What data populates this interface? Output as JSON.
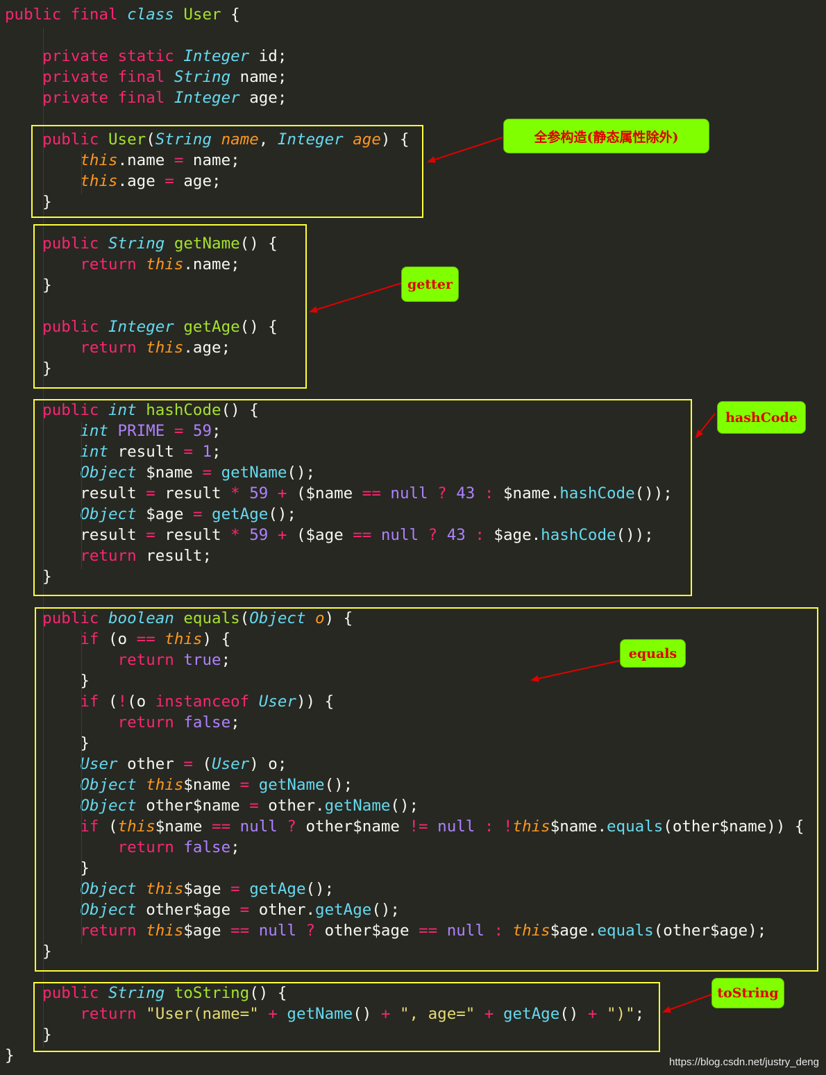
{
  "code_lines": [
    [
      {
        "t": "public ",
        "c": "kw"
      },
      {
        "t": "final ",
        "c": "kw"
      },
      {
        "t": "class ",
        "c": "type"
      },
      {
        "t": "User",
        "c": "fn"
      },
      {
        "t": " {",
        "c": "plain"
      }
    ],
    [],
    [
      {
        "t": "    private ",
        "c": "kw"
      },
      {
        "t": "static ",
        "c": "kw"
      },
      {
        "t": "Integer",
        "c": "type"
      },
      {
        "t": " id;",
        "c": "plain"
      }
    ],
    [
      {
        "t": "    private ",
        "c": "kw"
      },
      {
        "t": "final ",
        "c": "kw"
      },
      {
        "t": "String",
        "c": "type"
      },
      {
        "t": " name;",
        "c": "plain"
      }
    ],
    [
      {
        "t": "    private ",
        "c": "kw"
      },
      {
        "t": "final ",
        "c": "kw"
      },
      {
        "t": "Integer",
        "c": "type"
      },
      {
        "t": " age;",
        "c": "plain"
      }
    ],
    [],
    [
      {
        "t": "    public ",
        "c": "kw"
      },
      {
        "t": "User",
        "c": "fn"
      },
      {
        "t": "(",
        "c": "plain"
      },
      {
        "t": "String",
        "c": "type"
      },
      {
        "t": " ",
        "c": "plain"
      },
      {
        "t": "name",
        "c": "param"
      },
      {
        "t": ", ",
        "c": "plain"
      },
      {
        "t": "Integer",
        "c": "type"
      },
      {
        "t": " ",
        "c": "plain"
      },
      {
        "t": "age",
        "c": "param"
      },
      {
        "t": ") {",
        "c": "plain"
      }
    ],
    [
      {
        "t": "        ",
        "c": "plain"
      },
      {
        "t": "this",
        "c": "self"
      },
      {
        "t": ".name ",
        "c": "plain"
      },
      {
        "t": "=",
        "c": "op"
      },
      {
        "t": " name;",
        "c": "plain"
      }
    ],
    [
      {
        "t": "        ",
        "c": "plain"
      },
      {
        "t": "this",
        "c": "self"
      },
      {
        "t": ".age ",
        "c": "plain"
      },
      {
        "t": "=",
        "c": "op"
      },
      {
        "t": " age;",
        "c": "plain"
      }
    ],
    [
      {
        "t": "    }",
        "c": "plain"
      }
    ],
    [],
    [
      {
        "t": "    public ",
        "c": "kw"
      },
      {
        "t": "String",
        "c": "type"
      },
      {
        "t": " ",
        "c": "plain"
      },
      {
        "t": "getName",
        "c": "fn"
      },
      {
        "t": "() {",
        "c": "plain"
      }
    ],
    [
      {
        "t": "        return ",
        "c": "kw"
      },
      {
        "t": "this",
        "c": "self"
      },
      {
        "t": ".name;",
        "c": "plain"
      }
    ],
    [
      {
        "t": "    }",
        "c": "plain"
      }
    ],
    [],
    [
      {
        "t": "    public ",
        "c": "kw"
      },
      {
        "t": "Integer",
        "c": "type"
      },
      {
        "t": " ",
        "c": "plain"
      },
      {
        "t": "getAge",
        "c": "fn"
      },
      {
        "t": "() {",
        "c": "plain"
      }
    ],
    [
      {
        "t": "        return ",
        "c": "kw"
      },
      {
        "t": "this",
        "c": "self"
      },
      {
        "t": ".age;",
        "c": "plain"
      }
    ],
    [
      {
        "t": "    }",
        "c": "plain"
      }
    ],
    [],
    [
      {
        "t": "    public ",
        "c": "kw"
      },
      {
        "t": "int",
        "c": "type"
      },
      {
        "t": " ",
        "c": "plain"
      },
      {
        "t": "hashCode",
        "c": "fn"
      },
      {
        "t": "() {",
        "c": "plain"
      }
    ],
    [
      {
        "t": "        ",
        "c": "plain"
      },
      {
        "t": "int",
        "c": "type"
      },
      {
        "t": " PRIME ",
        "c": "const"
      },
      {
        "t": "=",
        "c": "op"
      },
      {
        "t": " ",
        "c": "plain"
      },
      {
        "t": "59",
        "c": "const"
      },
      {
        "t": ";",
        "c": "plain"
      }
    ],
    [
      {
        "t": "        ",
        "c": "plain"
      },
      {
        "t": "int",
        "c": "type"
      },
      {
        "t": " result ",
        "c": "plain"
      },
      {
        "t": "=",
        "c": "op"
      },
      {
        "t": " ",
        "c": "plain"
      },
      {
        "t": "1",
        "c": "const"
      },
      {
        "t": ";",
        "c": "plain"
      }
    ],
    [
      {
        "t": "        ",
        "c": "plain"
      },
      {
        "t": "Object",
        "c": "type"
      },
      {
        "t": " $name ",
        "c": "plain"
      },
      {
        "t": "=",
        "c": "op"
      },
      {
        "t": " ",
        "c": "plain"
      },
      {
        "t": "getName",
        "c": "call"
      },
      {
        "t": "();",
        "c": "plain"
      }
    ],
    [
      {
        "t": "        result ",
        "c": "plain"
      },
      {
        "t": "=",
        "c": "op"
      },
      {
        "t": " result ",
        "c": "plain"
      },
      {
        "t": "*",
        "c": "op"
      },
      {
        "t": " ",
        "c": "plain"
      },
      {
        "t": "59",
        "c": "const"
      },
      {
        "t": " ",
        "c": "plain"
      },
      {
        "t": "+",
        "c": "op"
      },
      {
        "t": " ($name ",
        "c": "plain"
      },
      {
        "t": "==",
        "c": "op"
      },
      {
        "t": " ",
        "c": "plain"
      },
      {
        "t": "null",
        "c": "const"
      },
      {
        "t": " ",
        "c": "plain"
      },
      {
        "t": "?",
        "c": "op"
      },
      {
        "t": " ",
        "c": "plain"
      },
      {
        "t": "43",
        "c": "const"
      },
      {
        "t": " ",
        "c": "plain"
      },
      {
        "t": ":",
        "c": "op"
      },
      {
        "t": " $name.",
        "c": "plain"
      },
      {
        "t": "hashCode",
        "c": "call"
      },
      {
        "t": "());",
        "c": "plain"
      }
    ],
    [
      {
        "t": "        ",
        "c": "plain"
      },
      {
        "t": "Object",
        "c": "type"
      },
      {
        "t": " $age ",
        "c": "plain"
      },
      {
        "t": "=",
        "c": "op"
      },
      {
        "t": " ",
        "c": "plain"
      },
      {
        "t": "getAge",
        "c": "call"
      },
      {
        "t": "();",
        "c": "plain"
      }
    ],
    [
      {
        "t": "        result ",
        "c": "plain"
      },
      {
        "t": "=",
        "c": "op"
      },
      {
        "t": " result ",
        "c": "plain"
      },
      {
        "t": "*",
        "c": "op"
      },
      {
        "t": " ",
        "c": "plain"
      },
      {
        "t": "59",
        "c": "const"
      },
      {
        "t": " ",
        "c": "plain"
      },
      {
        "t": "+",
        "c": "op"
      },
      {
        "t": " ($age ",
        "c": "plain"
      },
      {
        "t": "==",
        "c": "op"
      },
      {
        "t": " ",
        "c": "plain"
      },
      {
        "t": "null",
        "c": "const"
      },
      {
        "t": " ",
        "c": "plain"
      },
      {
        "t": "?",
        "c": "op"
      },
      {
        "t": " ",
        "c": "plain"
      },
      {
        "t": "43",
        "c": "const"
      },
      {
        "t": " ",
        "c": "plain"
      },
      {
        "t": ":",
        "c": "op"
      },
      {
        "t": " $age.",
        "c": "plain"
      },
      {
        "t": "hashCode",
        "c": "call"
      },
      {
        "t": "());",
        "c": "plain"
      }
    ],
    [
      {
        "t": "        return ",
        "c": "kw"
      },
      {
        "t": "result;",
        "c": "plain"
      }
    ],
    [
      {
        "t": "    }",
        "c": "plain"
      }
    ],
    [],
    [
      {
        "t": "    public ",
        "c": "kw"
      },
      {
        "t": "boolean",
        "c": "type"
      },
      {
        "t": " ",
        "c": "plain"
      },
      {
        "t": "equals",
        "c": "fn"
      },
      {
        "t": "(",
        "c": "plain"
      },
      {
        "t": "Object",
        "c": "type"
      },
      {
        "t": " ",
        "c": "plain"
      },
      {
        "t": "o",
        "c": "param"
      },
      {
        "t": ") {",
        "c": "plain"
      }
    ],
    [
      {
        "t": "        if ",
        "c": "kw"
      },
      {
        "t": "(o ",
        "c": "plain"
      },
      {
        "t": "==",
        "c": "op"
      },
      {
        "t": " ",
        "c": "plain"
      },
      {
        "t": "this",
        "c": "self"
      },
      {
        "t": ") {",
        "c": "plain"
      }
    ],
    [
      {
        "t": "            return ",
        "c": "kw"
      },
      {
        "t": "true",
        "c": "const"
      },
      {
        "t": ";",
        "c": "plain"
      }
    ],
    [
      {
        "t": "        }",
        "c": "plain"
      }
    ],
    [
      {
        "t": "        if ",
        "c": "kw"
      },
      {
        "t": "(",
        "c": "plain"
      },
      {
        "t": "!",
        "c": "op"
      },
      {
        "t": "(o ",
        "c": "plain"
      },
      {
        "t": "instanceof ",
        "c": "kw"
      },
      {
        "t": "User",
        "c": "type"
      },
      {
        "t": ")) {",
        "c": "plain"
      }
    ],
    [
      {
        "t": "            return ",
        "c": "kw"
      },
      {
        "t": "false",
        "c": "const"
      },
      {
        "t": ";",
        "c": "plain"
      }
    ],
    [
      {
        "t": "        }",
        "c": "plain"
      }
    ],
    [
      {
        "t": "        ",
        "c": "plain"
      },
      {
        "t": "User",
        "c": "type"
      },
      {
        "t": " other ",
        "c": "plain"
      },
      {
        "t": "=",
        "c": "op"
      },
      {
        "t": " (",
        "c": "plain"
      },
      {
        "t": "User",
        "c": "type"
      },
      {
        "t": ") o;",
        "c": "plain"
      }
    ],
    [
      {
        "t": "        ",
        "c": "plain"
      },
      {
        "t": "Object",
        "c": "type"
      },
      {
        "t": " ",
        "c": "plain"
      },
      {
        "t": "this",
        "c": "self"
      },
      {
        "t": "$name ",
        "c": "plain"
      },
      {
        "t": "=",
        "c": "op"
      },
      {
        "t": " ",
        "c": "plain"
      },
      {
        "t": "getName",
        "c": "call"
      },
      {
        "t": "();",
        "c": "plain"
      }
    ],
    [
      {
        "t": "        ",
        "c": "plain"
      },
      {
        "t": "Object",
        "c": "type"
      },
      {
        "t": " other$name ",
        "c": "plain"
      },
      {
        "t": "=",
        "c": "op"
      },
      {
        "t": " other.",
        "c": "plain"
      },
      {
        "t": "getName",
        "c": "call"
      },
      {
        "t": "();",
        "c": "plain"
      }
    ],
    [
      {
        "t": "        if ",
        "c": "kw"
      },
      {
        "t": "(",
        "c": "plain"
      },
      {
        "t": "this",
        "c": "self"
      },
      {
        "t": "$name ",
        "c": "plain"
      },
      {
        "t": "==",
        "c": "op"
      },
      {
        "t": " ",
        "c": "plain"
      },
      {
        "t": "null",
        "c": "const"
      },
      {
        "t": " ",
        "c": "plain"
      },
      {
        "t": "?",
        "c": "op"
      },
      {
        "t": " other$name ",
        "c": "plain"
      },
      {
        "t": "!=",
        "c": "op"
      },
      {
        "t": " ",
        "c": "plain"
      },
      {
        "t": "null",
        "c": "const"
      },
      {
        "t": " ",
        "c": "plain"
      },
      {
        "t": ":",
        "c": "op"
      },
      {
        "t": " ",
        "c": "plain"
      },
      {
        "t": "!",
        "c": "op"
      },
      {
        "t": "this",
        "c": "self"
      },
      {
        "t": "$name.",
        "c": "plain"
      },
      {
        "t": "equals",
        "c": "call"
      },
      {
        "t": "(other$name)) {",
        "c": "plain"
      }
    ],
    [
      {
        "t": "            return ",
        "c": "kw"
      },
      {
        "t": "false",
        "c": "const"
      },
      {
        "t": ";",
        "c": "plain"
      }
    ],
    [
      {
        "t": "        }",
        "c": "plain"
      }
    ],
    [
      {
        "t": "        ",
        "c": "plain"
      },
      {
        "t": "Object",
        "c": "type"
      },
      {
        "t": " ",
        "c": "plain"
      },
      {
        "t": "this",
        "c": "self"
      },
      {
        "t": "$age ",
        "c": "plain"
      },
      {
        "t": "=",
        "c": "op"
      },
      {
        "t": " ",
        "c": "plain"
      },
      {
        "t": "getAge",
        "c": "call"
      },
      {
        "t": "();",
        "c": "plain"
      }
    ],
    [
      {
        "t": "        ",
        "c": "plain"
      },
      {
        "t": "Object",
        "c": "type"
      },
      {
        "t": " other$age ",
        "c": "plain"
      },
      {
        "t": "=",
        "c": "op"
      },
      {
        "t": " other.",
        "c": "plain"
      },
      {
        "t": "getAge",
        "c": "call"
      },
      {
        "t": "();",
        "c": "plain"
      }
    ],
    [
      {
        "t": "        return ",
        "c": "kw"
      },
      {
        "t": "this",
        "c": "self"
      },
      {
        "t": "$age ",
        "c": "plain"
      },
      {
        "t": "==",
        "c": "op"
      },
      {
        "t": " ",
        "c": "plain"
      },
      {
        "t": "null",
        "c": "const"
      },
      {
        "t": " ",
        "c": "plain"
      },
      {
        "t": "?",
        "c": "op"
      },
      {
        "t": " other$age ",
        "c": "plain"
      },
      {
        "t": "==",
        "c": "op"
      },
      {
        "t": " ",
        "c": "plain"
      },
      {
        "t": "null",
        "c": "const"
      },
      {
        "t": " ",
        "c": "plain"
      },
      {
        "t": ":",
        "c": "op"
      },
      {
        "t": " ",
        "c": "plain"
      },
      {
        "t": "this",
        "c": "self"
      },
      {
        "t": "$age.",
        "c": "plain"
      },
      {
        "t": "equals",
        "c": "call"
      },
      {
        "t": "(other$age);",
        "c": "plain"
      }
    ],
    [
      {
        "t": "    }",
        "c": "plain"
      }
    ],
    [],
    [
      {
        "t": "    public ",
        "c": "kw"
      },
      {
        "t": "String",
        "c": "type"
      },
      {
        "t": " ",
        "c": "plain"
      },
      {
        "t": "toString",
        "c": "fn"
      },
      {
        "t": "() {",
        "c": "plain"
      }
    ],
    [
      {
        "t": "        return ",
        "c": "kw"
      },
      {
        "t": "\"User(name=\"",
        "c": "str"
      },
      {
        "t": " ",
        "c": "plain"
      },
      {
        "t": "+",
        "c": "op"
      },
      {
        "t": " ",
        "c": "plain"
      },
      {
        "t": "getName",
        "c": "call"
      },
      {
        "t": "() ",
        "c": "plain"
      },
      {
        "t": "+",
        "c": "op"
      },
      {
        "t": " ",
        "c": "plain"
      },
      {
        "t": "\", age=\"",
        "c": "str"
      },
      {
        "t": " ",
        "c": "plain"
      },
      {
        "t": "+",
        "c": "op"
      },
      {
        "t": " ",
        "c": "plain"
      },
      {
        "t": "getAge",
        "c": "call"
      },
      {
        "t": "() ",
        "c": "plain"
      },
      {
        "t": "+",
        "c": "op"
      },
      {
        "t": " ",
        "c": "plain"
      },
      {
        "t": "\")\"",
        "c": "str"
      },
      {
        "t": ";",
        "c": "plain"
      }
    ],
    [
      {
        "t": "    }",
        "c": "plain"
      }
    ],
    [
      {
        "t": "}",
        "c": "plain"
      }
    ]
  ],
  "callouts": {
    "constructor": "全参构造(静态属性除外)",
    "getter": "getter",
    "hashcode": "hashCode",
    "equals": "equals",
    "tostring": "toString"
  },
  "watermark": "https://blog.csdn.net/justry_deng",
  "colors": {
    "background": "#272822",
    "keyword": "#f92672",
    "type": "#66d9ef",
    "function": "#a6e22e",
    "this": "#fd971f",
    "constant": "#ae81ff",
    "string": "#e6db74",
    "highlight_box": "#ffff3c",
    "callout_fill": "#80ff00",
    "callout_text": "#e00000",
    "arrow": "#e00000"
  }
}
